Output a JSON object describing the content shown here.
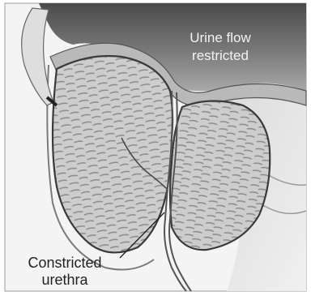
{
  "labels": {
    "urine_flow_line1": "Urine flow",
    "urine_flow_line2": "restricted",
    "constricted_line1": "Constricted",
    "constricted_line2": "urethra"
  },
  "colors": {
    "background": "#ffffff",
    "bladder_dark": "#6e6e6e",
    "lobe_fill": "#c8c8c8",
    "lobe_texture": "#8a8a8a",
    "outline": "#3a3a3a",
    "light_text": "#f3f3f3",
    "dark_text": "#222222"
  }
}
